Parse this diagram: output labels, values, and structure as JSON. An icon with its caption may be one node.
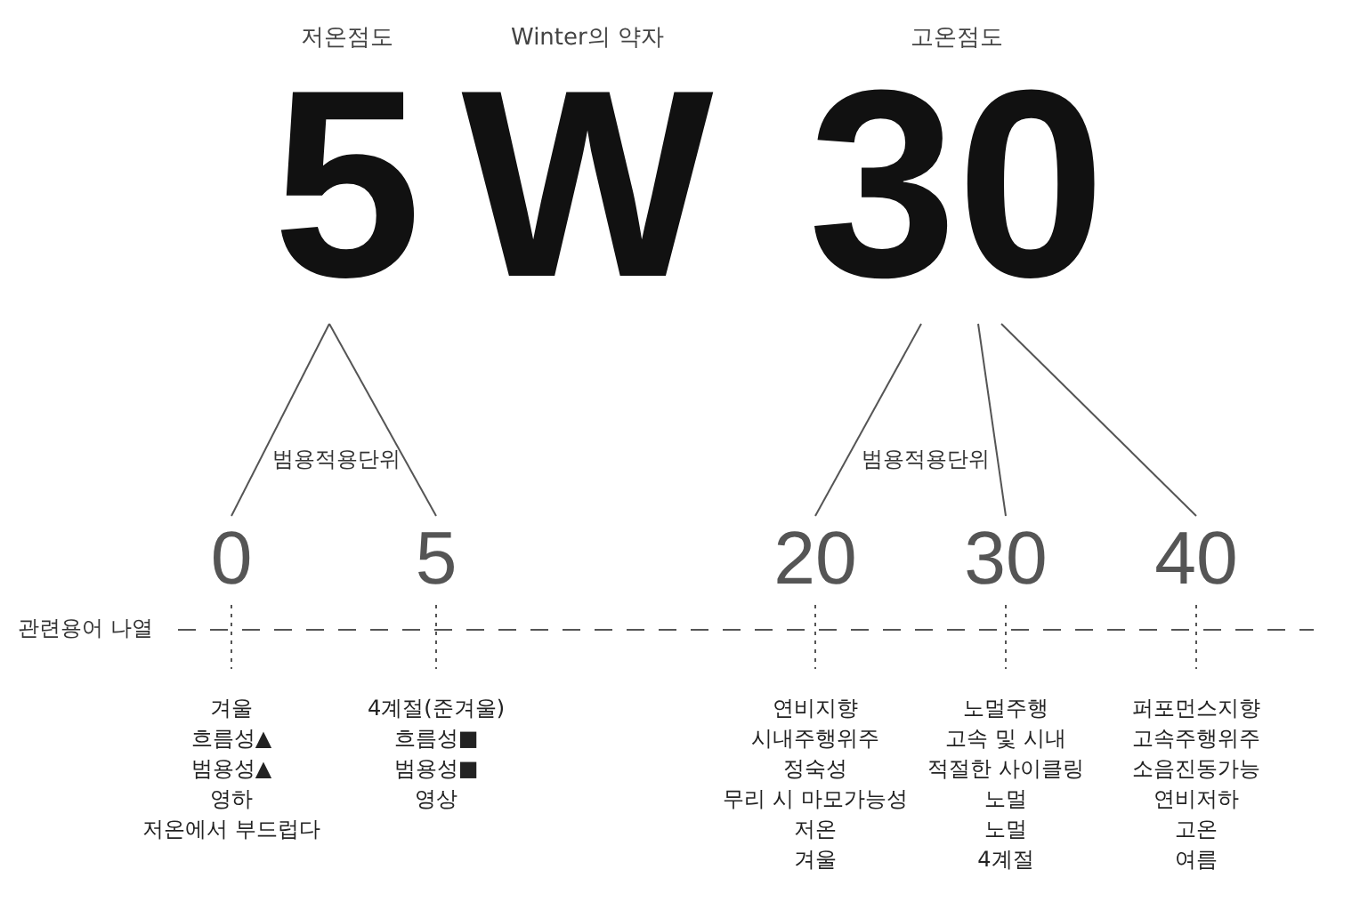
{
  "diagram": {
    "nodes": [
      {
        "text": [
          "저온점도",
          "5"
        ]
      },
      {
        "text": [
          "Winter의 약자",
          "W"
        ]
      },
      {
        "text": [
          "고온점도",
          "30"
        ]
      },
      {
        "text": [
          "0"
        ]
      },
      {
        "text": [
          "5"
        ]
      },
      {
        "text": [
          "20"
        ]
      },
      {
        "text": [
          "30"
        ]
      },
      {
        "text": [
          "40"
        ]
      },
      {
        "text": [
          "겨울",
          "흐름성▲",
          "범용성▲",
          "영하",
          "저온에서 부드럽다"
        ]
      },
      {
        "text": [
          "4계절(준겨울)",
          "흐름성■",
          "범용성■",
          "영상"
        ]
      },
      {
        "text": [
          "연비지향",
          "시내주행위주",
          "정숙성",
          "무리 시 마모가능성",
          "저온",
          "겨울"
        ]
      },
      {
        "text": [
          "노멀주행",
          "고속 및 시내",
          "적절한 사이클링",
          "노멀",
          "노멀",
          "4계절"
        ]
      },
      {
        "text": [
          "퍼포먼스지향",
          "고속주행위주",
          "소음진동가능",
          "연비저하",
          "고온",
          "여름"
        ]
      }
    ],
    "edges": [
      {
        "from": 0,
        "to": 3,
        "arrow": "none"
      },
      {
        "from": 0,
        "to": 4,
        "arrow": "none"
      },
      {
        "from": 2,
        "to": 5,
        "arrow": "none"
      },
      {
        "from": 2,
        "to": 6,
        "arrow": "none"
      },
      {
        "from": 2,
        "to": 7,
        "arrow": "none"
      },
      {
        "from": 3,
        "to": 8,
        "arrow": "none",
        "style": "dashed"
      },
      {
        "from": 4,
        "to": 9,
        "arrow": "none",
        "style": "dashed"
      },
      {
        "from": 5,
        "to": 10,
        "arrow": "none",
        "style": "dashed"
      },
      {
        "from": 6,
        "to": 11,
        "arrow": "none",
        "style": "dashed"
      },
      {
        "from": 7,
        "to": 12,
        "arrow": "none",
        "style": "dashed"
      }
    ],
    "labels": [
      "범용적용단위",
      "범용적용단위",
      "관련용어 나열"
    ]
  }
}
